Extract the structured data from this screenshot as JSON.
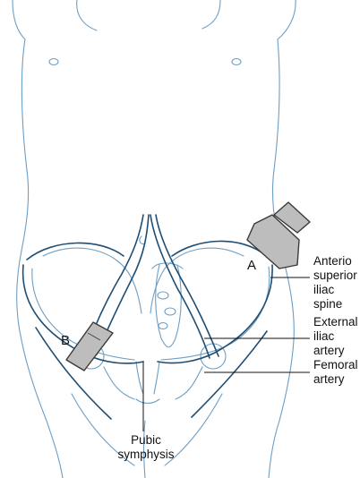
{
  "labels": {
    "asis": "Anterio\nsuperior\niliac\nspine",
    "external_iliac": "External\niliac\nartery",
    "femoral": "Femoral\nartery",
    "pubic": "Pubic\nsymphysis"
  },
  "probes": {
    "a": "A",
    "b": "B"
  },
  "colors": {
    "body_outline": "#6d9ec4",
    "artery": "#1f4e74",
    "probe_fill": "#bdbdbd",
    "probe_stroke": "#3a3a3a"
  }
}
